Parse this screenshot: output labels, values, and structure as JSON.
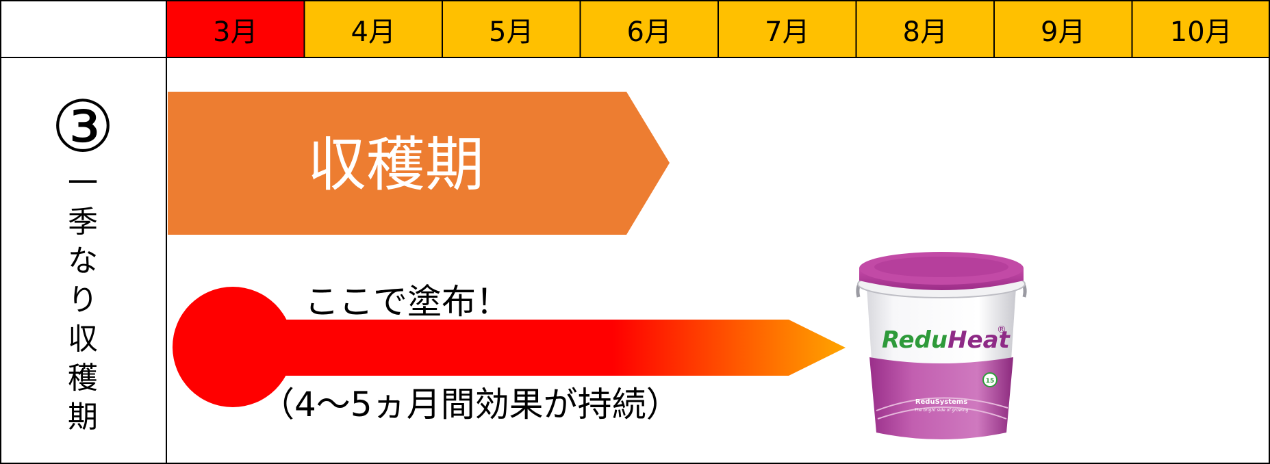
{
  "months": [
    "3月",
    "4月",
    "5月",
    "6月",
    "7月",
    "8月",
    "9月",
    "10月"
  ],
  "colors": {
    "current_month": "#ff0000",
    "other_month": "#ffc000",
    "harvest_arrow": "#ed7d31",
    "application_arrow": "#ff0000",
    "application_arrow_tip": "#ffa500",
    "bucket_lid": "#b8369a",
    "brand_green": "#2e9a3a",
    "brand_purple": "#8e2a86"
  },
  "row": {
    "number": "③",
    "label_chars": [
      "一",
      "季",
      "な",
      "り",
      "収",
      "穫",
      "期"
    ]
  },
  "harvest": {
    "label": "収穫期"
  },
  "application": {
    "label": "ここで塗布！",
    "duration": "（4～5ヵ月間効果が持続）"
  },
  "product": {
    "brand_part1": "Redu",
    "brand_part2": "Heat",
    "registered": "®",
    "company": "ReduSystems",
    "tagline": "The bright side of growing",
    "badge": "15"
  }
}
